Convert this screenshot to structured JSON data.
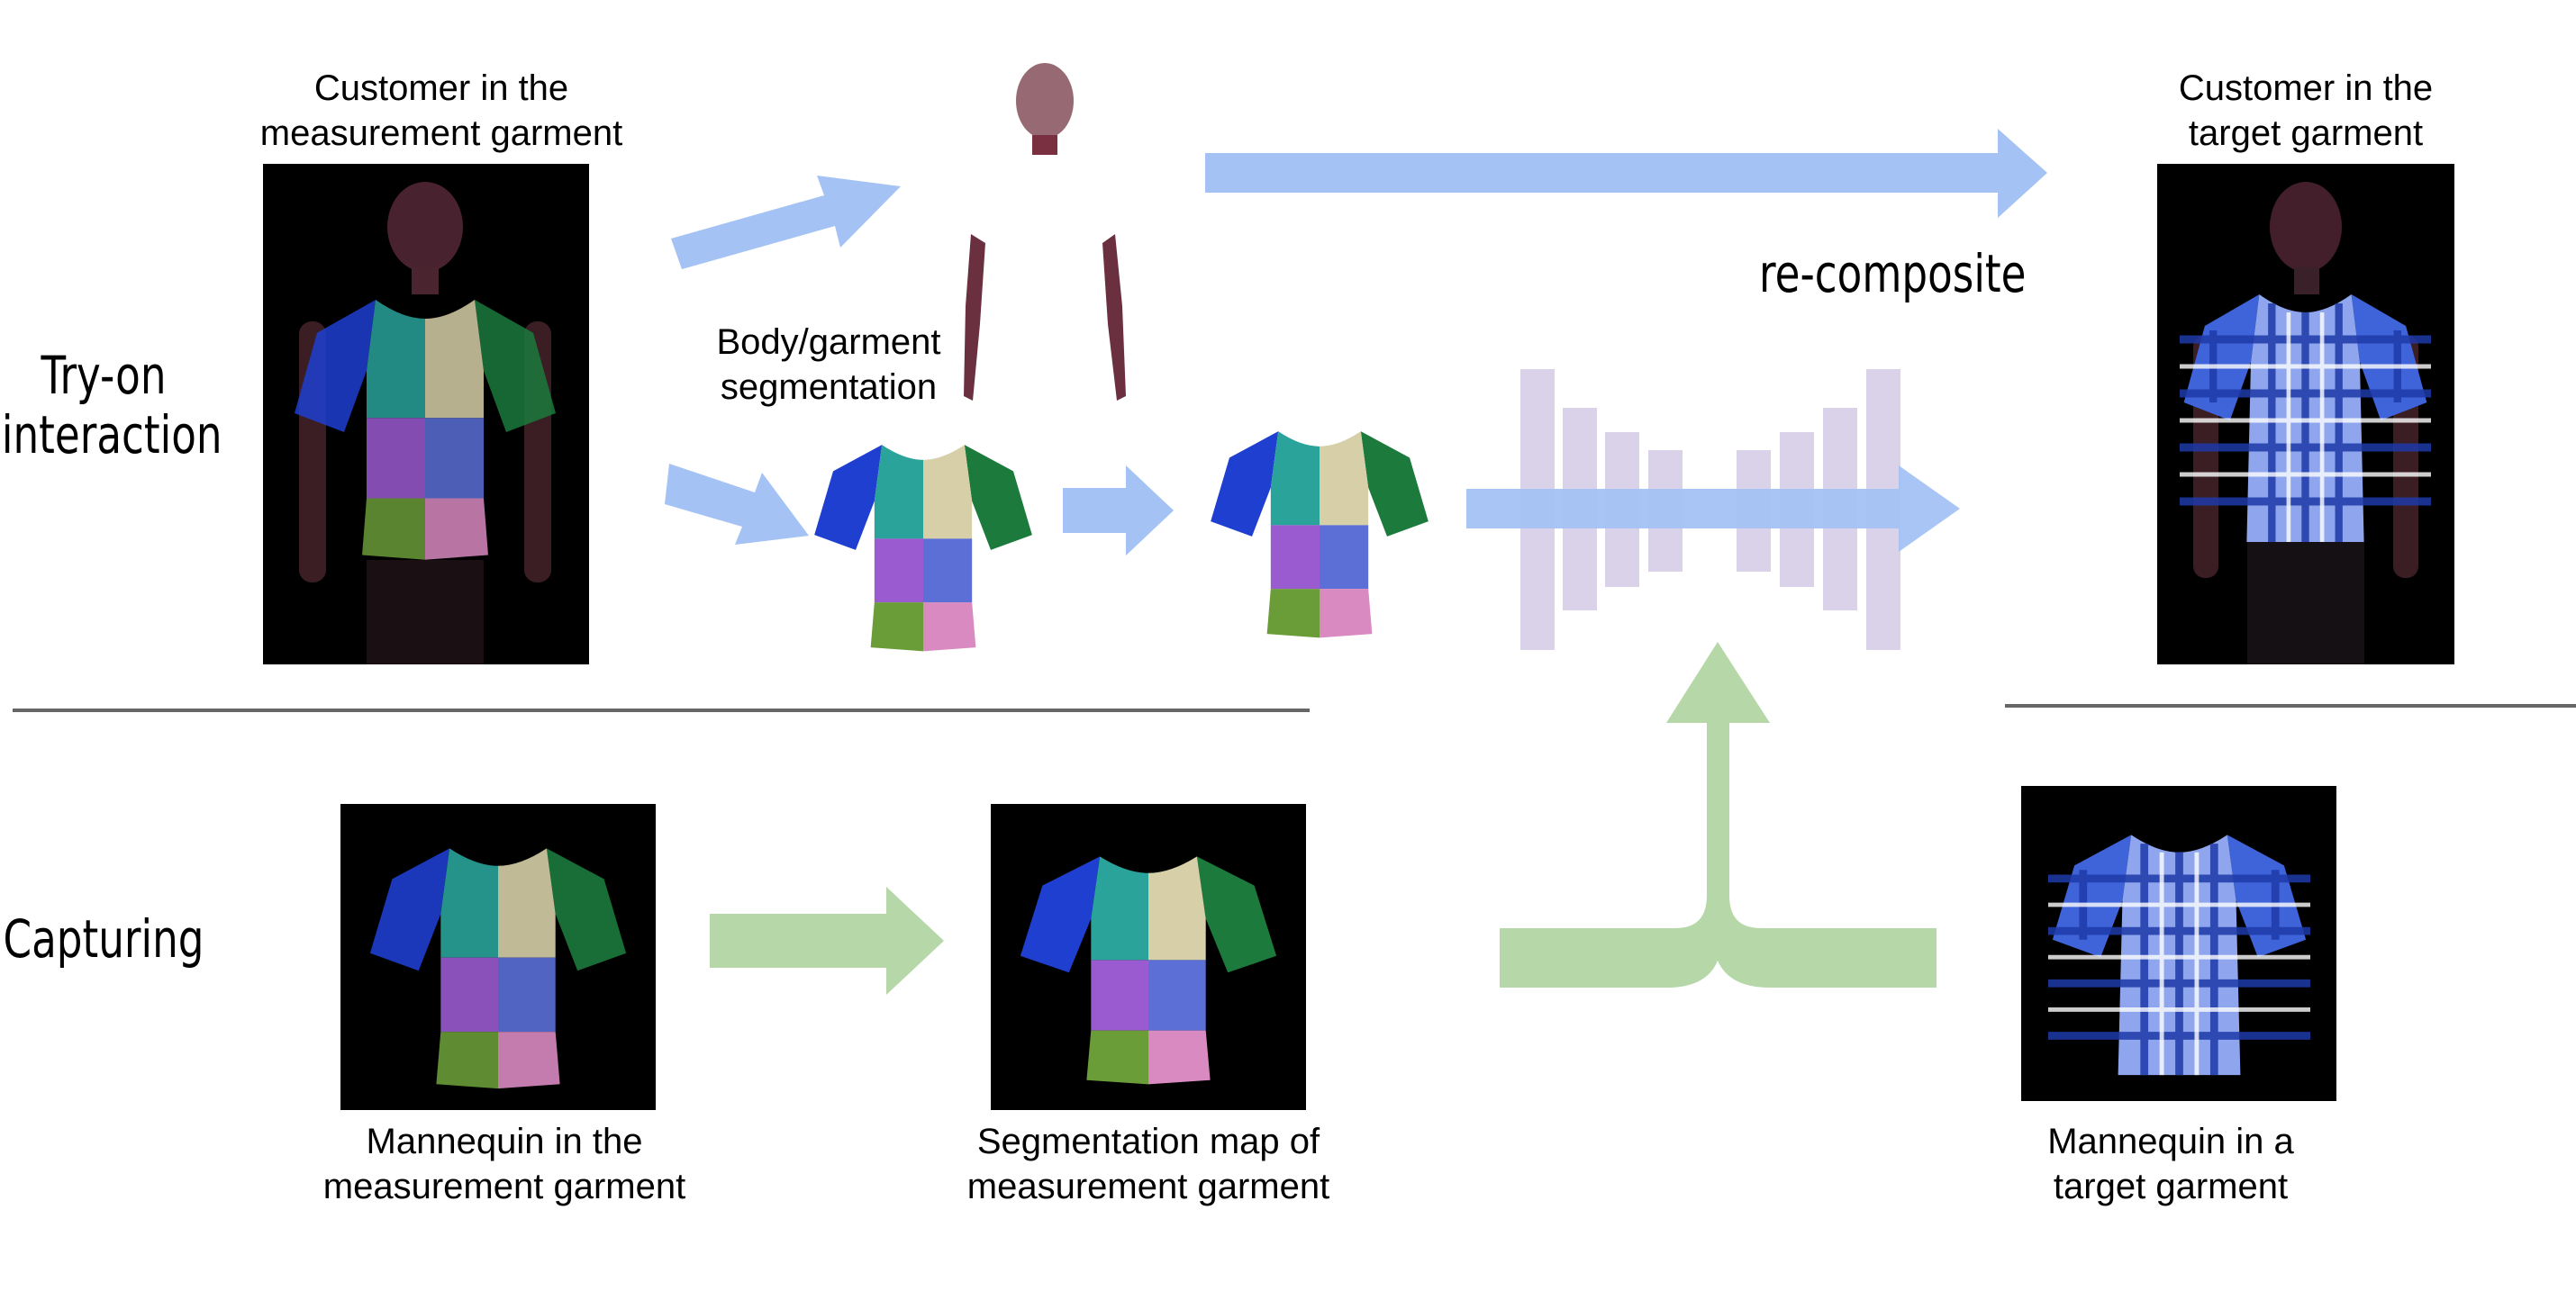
{
  "sections": {
    "tryon": "Try-on\ninteraction",
    "capturing": "Capturing"
  },
  "captions": {
    "customer_measurement": "Customer in the\nmeasurement garment",
    "segmentation": "Body/garment\nsegmentation",
    "customer_target": "Customer in the\ntarget garment",
    "recomposite": "re-composite",
    "mannequin_measurement": "Mannequin in the\nmeasurement garment",
    "segmentation_map": "Segmentation map of\nmeasurement garment",
    "mannequin_target": "Mannequin in a\ntarget garment"
  },
  "colors": {
    "tryon_arrow": "#a4c2f4",
    "capture_arrow": "#b6d7a8",
    "network": "#d9d2e9",
    "divider": "#666666",
    "garment_teal": "#2aa39a",
    "garment_beige": "#d6cfa8",
    "garment_purple": "#9a5ad0",
    "garment_blue": "#5b6fd6",
    "garment_green": "#6a9c38",
    "garment_pink": "#d98ac0",
    "sleeve_blue": "#1e3fd0",
    "sleeve_green": "#1b7a3c"
  }
}
